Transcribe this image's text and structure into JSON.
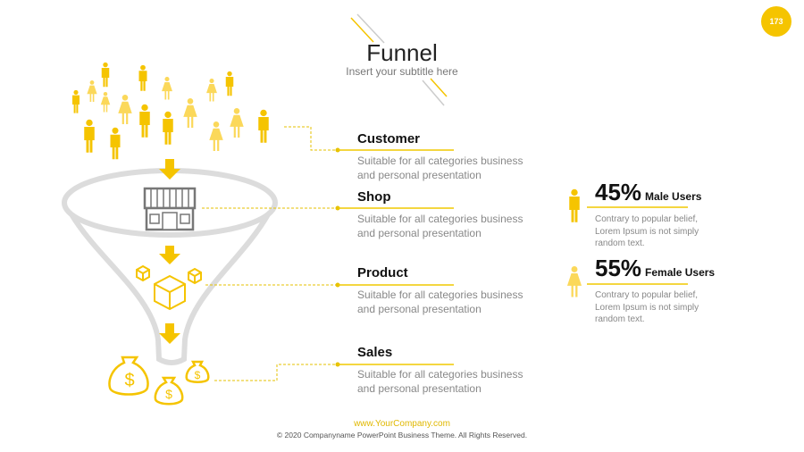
{
  "header": {
    "title": "Funnel",
    "subtitle": "Insert your subtitle here",
    "page_number": "173"
  },
  "stages": [
    {
      "title": "Customer",
      "desc1": "Suitable for all categories business",
      "desc2": "and personal presentation",
      "icon": "people-crowd-icon"
    },
    {
      "title": "Shop",
      "desc1": "Suitable for all categories business",
      "desc2": "and personal presentation",
      "icon": "shop-icon"
    },
    {
      "title": "Product",
      "desc1": "Suitable for all categories business",
      "desc2": "and personal presentation",
      "icon": "boxes-icon"
    },
    {
      "title": "Sales",
      "desc1": "Suitable for all categories business",
      "desc2": "and personal presentation",
      "icon": "money-bag-icon"
    }
  ],
  "stats": [
    {
      "value": "45%",
      "label": "Male Users",
      "d1": "Contrary to popular belief,",
      "d2": "Lorem Ipsum is not simply",
      "d3": "random text.",
      "percent": 45
    },
    {
      "value": "55%",
      "label": "Female Users",
      "d1": "Contrary to popular belief,",
      "d2": "Lorem Ipsum is not simply",
      "d3": "random text.",
      "percent": 55
    }
  ],
  "footer": {
    "website": "www.YourCompany.com",
    "copyright": "© 2020 Companyname PowerPoint Business Theme. All Rights Reserved."
  },
  "colors": {
    "accent": "#f5c400",
    "accent_light": "#fbd85a",
    "gray": "#d9d9d9"
  }
}
